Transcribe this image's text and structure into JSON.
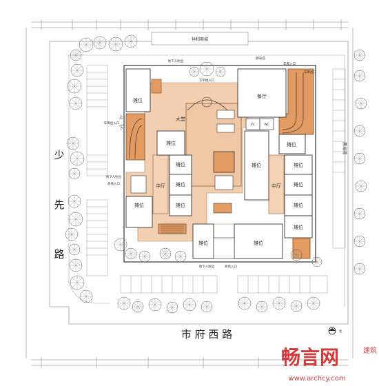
{
  "streets": {
    "north": "祥和商城",
    "west_vertical": [
      "少",
      "先",
      "路"
    ],
    "south": "市 府 西 路",
    "east": "惠海湾"
  },
  "rooms": {
    "hall": "大堂",
    "restaurant": "餐厅",
    "center_hall_left": "中厅",
    "center_hall_right": "中厅",
    "stall": "摊位",
    "vc": "VC",
    "wc": "WC",
    "up": "上",
    "down": "下"
  },
  "labels": {
    "entrance_top_small": "地下人防出",
    "office_entrance": "写字楼入口",
    "car_in": "车库入口",
    "car_out_top": "车库出口",
    "car_out_left": "车库出入口",
    "mall_entrance_left": "商场入口",
    "mall_entrance_bottom": "商场入口",
    "small_left": "地下人防出",
    "small_bottom": "地下人防出",
    "lobby_top": "藤寿塔"
  },
  "compass": "北",
  "watermark": {
    "brand": "畅言网",
    "side": "建筑",
    "url": "www.archcy.com"
  }
}
